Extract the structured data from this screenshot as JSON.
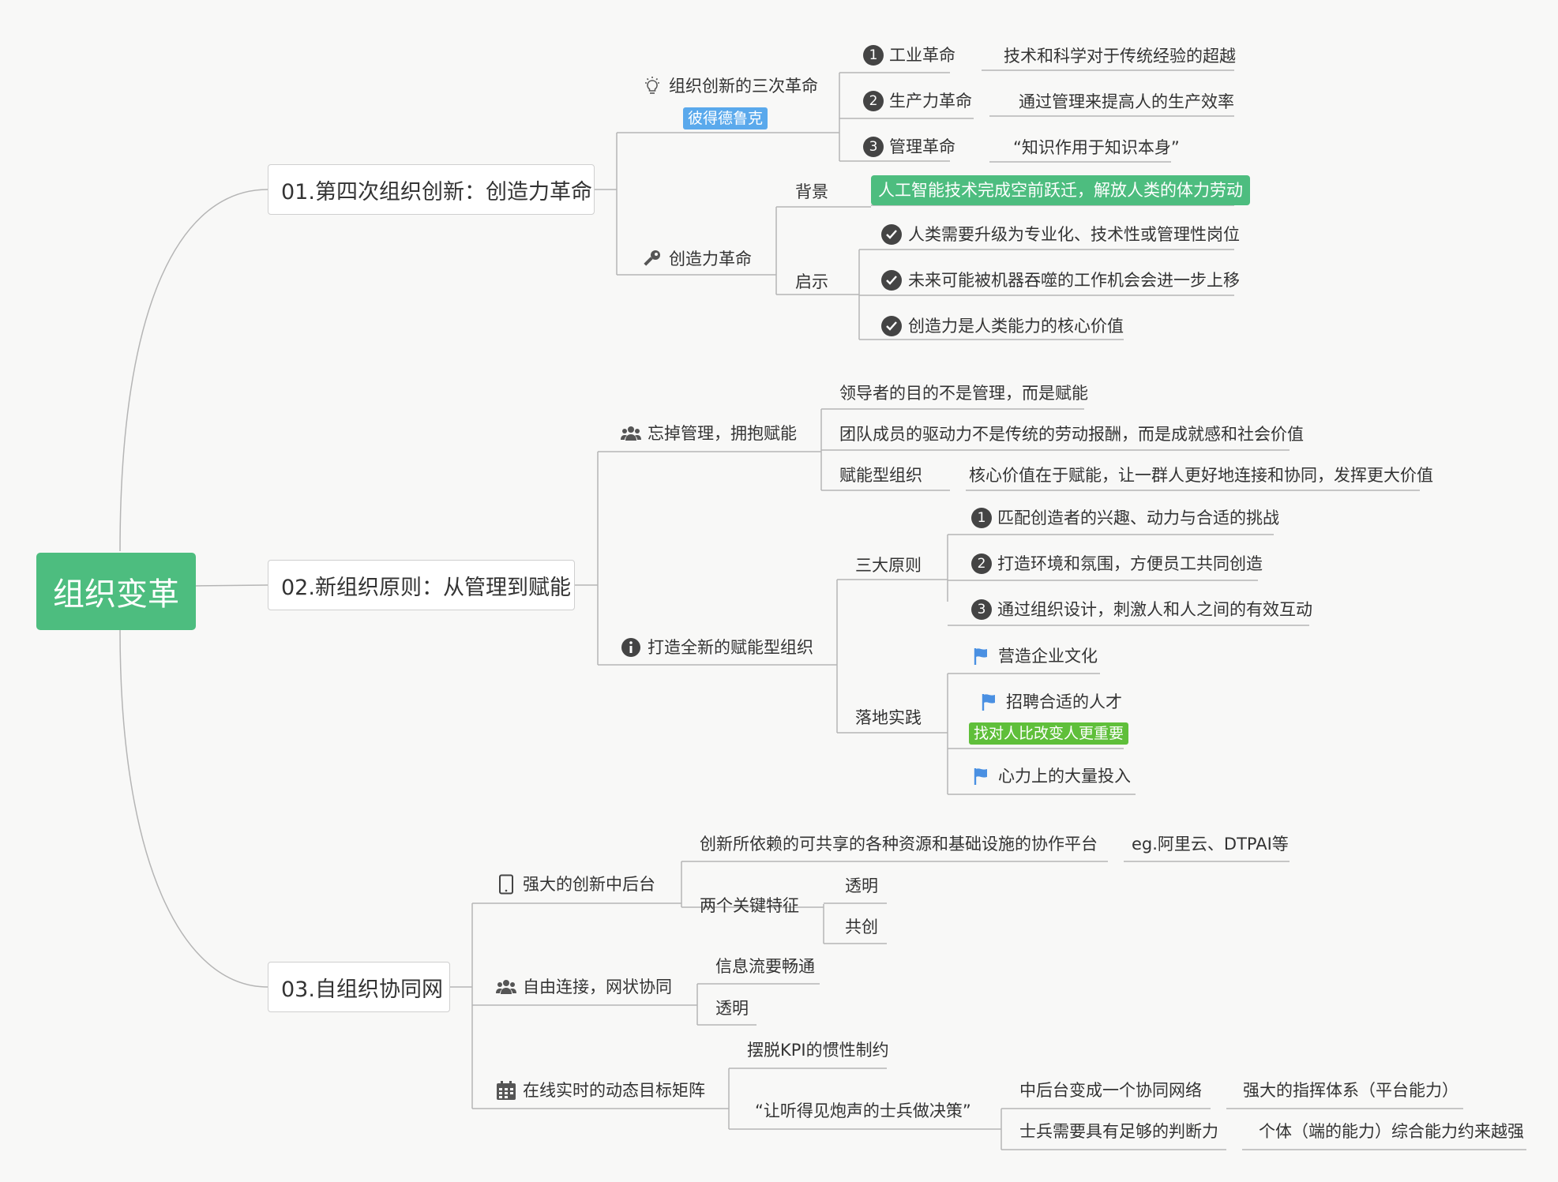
{
  "root": {
    "label": "组织变革"
  },
  "branch1": {
    "title": "01.第四次组织创新：创造力革命",
    "three_revolutions": {
      "label": "组织创新的三次革命",
      "tag": "彼得德鲁克",
      "items": [
        {
          "num": "1",
          "label": "工业革命",
          "detail": "技术和科学对于传统经验的超越"
        },
        {
          "num": "2",
          "label": "生产力革命",
          "detail": "通过管理来提高人的生产效率"
        },
        {
          "num": "3",
          "label": "管理革命",
          "detail": "“知识作用于知识本身”"
        }
      ]
    },
    "creativity": {
      "label": "创造力革命",
      "background_label": "背景",
      "background_text": "人工智能技术完成空前跃迁，解放人类的体力劳动",
      "insight_label": "启示",
      "insights": [
        "人类需要升级为专业化、技术性或管理性岗位",
        "未来可能被机器吞噬的工作机会会进一步上移",
        "创造力是人类能力的核心价值"
      ]
    }
  },
  "branch2": {
    "title": "02.新组织原则：从管理到赋能",
    "forget": {
      "label": "忘掉管理，拥抱赋能",
      "items": [
        "领导者的目的不是管理，而是赋能",
        "团队成员的驱动力不是传统的劳动报酬，而是成就感和社会价值"
      ],
      "enable_org_label": "赋能型组织",
      "enable_org_detail": "核心价值在于赋能，让一群人更好地连接和协同，发挥更大价值"
    },
    "build": {
      "label": "打造全新的赋能型组织",
      "principles_label": "三大原则",
      "principles": [
        {
          "num": "1",
          "text": "匹配创造者的兴趣、动力与合适的挑战"
        },
        {
          "num": "2",
          "text": "打造环境和氛围，方便员工共同创造"
        },
        {
          "num": "3",
          "text": "通过组织设计，刺激人和人之间的有效互动"
        }
      ],
      "practice_label": "落地实践",
      "practices": [
        "营造企业文化",
        "招聘合适的人才",
        "心力上的大量投入"
      ],
      "practice_tag": "找对人比改变人更重要"
    }
  },
  "branch3": {
    "title": "03.自组织协同网",
    "platform": {
      "label": "强大的创新中后台",
      "desc": "创新所依赖的可共享的各种资源和基础设施的协作平台",
      "example": "eg.阿里云、DTPAI等",
      "features_label": "两个关键特征",
      "features": [
        "透明",
        "共创"
      ]
    },
    "connect": {
      "label": "自由连接，网状协同",
      "items": [
        "信息流要畅通",
        "透明"
      ]
    },
    "matrix": {
      "label": "在线实时的动态目标矩阵",
      "kpi": "摆脱KPI的惯性制约",
      "quote": "“让听得见炮声的士兵做决策”",
      "pairs": [
        {
          "a": "中后台变成一个协同网络",
          "b": "强大的指挥体系（平台能力）"
        },
        {
          "a": "士兵需要具有足够的判断力",
          "b": "个体（端的能力）综合能力约来越强"
        }
      ]
    }
  },
  "colors": {
    "root": "#4dbd7f",
    "highlight": "#4dbd7f",
    "tag_blue": "#5aa9ec",
    "tag_green": "#5fbf3a",
    "line": "#b5b5b5",
    "flag": "#4a90e2"
  },
  "icons": [
    "lightbulb-icon",
    "key-icon",
    "check-icon",
    "people-icon",
    "info-icon",
    "flag-icon",
    "tablet-icon",
    "calendar-icon"
  ]
}
